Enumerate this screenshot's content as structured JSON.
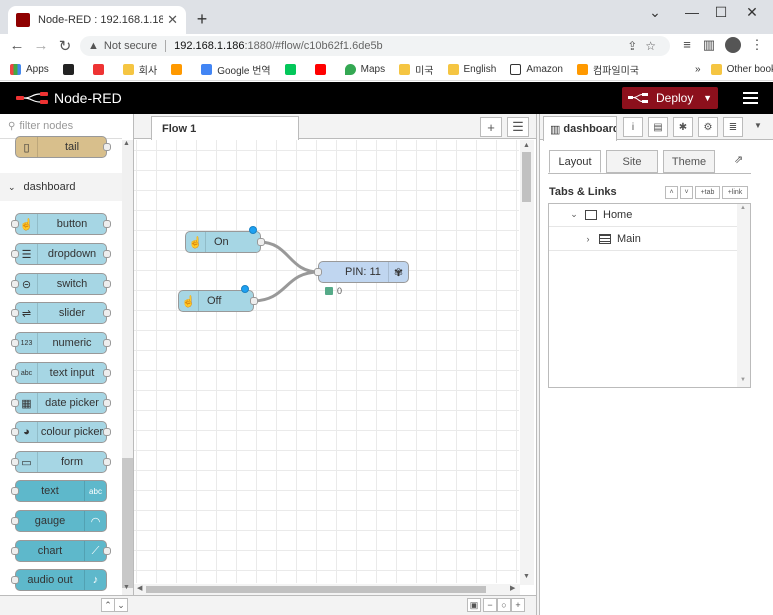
{
  "browser": {
    "tab_title": "Node-RED : 192.168.1.186",
    "not_secure": "Not secure",
    "url_host": "192.168.1.186",
    "url_path": ":1880/#flow/c10b62f1.6de5b",
    "bookmarks": [
      "Apps",
      "",
      "",
      "회사",
      "",
      "Google 번역",
      "",
      "",
      "Maps",
      "미국",
      "English",
      "Amazon",
      "컴파일미국"
    ],
    "other_bookmarks": "Other bookmarks"
  },
  "app": {
    "title": "Node-RED",
    "deploy_label": "Deploy",
    "brand_color": "#8c101c"
  },
  "palette": {
    "filter_placeholder": "filter nodes",
    "top_node": "tail",
    "category": "dashboard",
    "nodes": [
      "button",
      "dropdown",
      "switch",
      "slider",
      "numeric",
      "text input",
      "date picker",
      "colour picker",
      "form",
      "text",
      "gauge",
      "chart",
      "audio out"
    ]
  },
  "workspace": {
    "tab": "Flow 1",
    "nodes": {
      "on": "On",
      "off": "Off",
      "pin": "PIN: 11",
      "pin_status": "0"
    }
  },
  "sidebar": {
    "tab": "dashboard",
    "subtabs": [
      "Layout",
      "Site",
      "Theme"
    ],
    "section_title": "Tabs & Links",
    "buttons": [
      "˄",
      "˅",
      "+tab",
      "+link"
    ],
    "tree": [
      "Home",
      "Main"
    ]
  }
}
